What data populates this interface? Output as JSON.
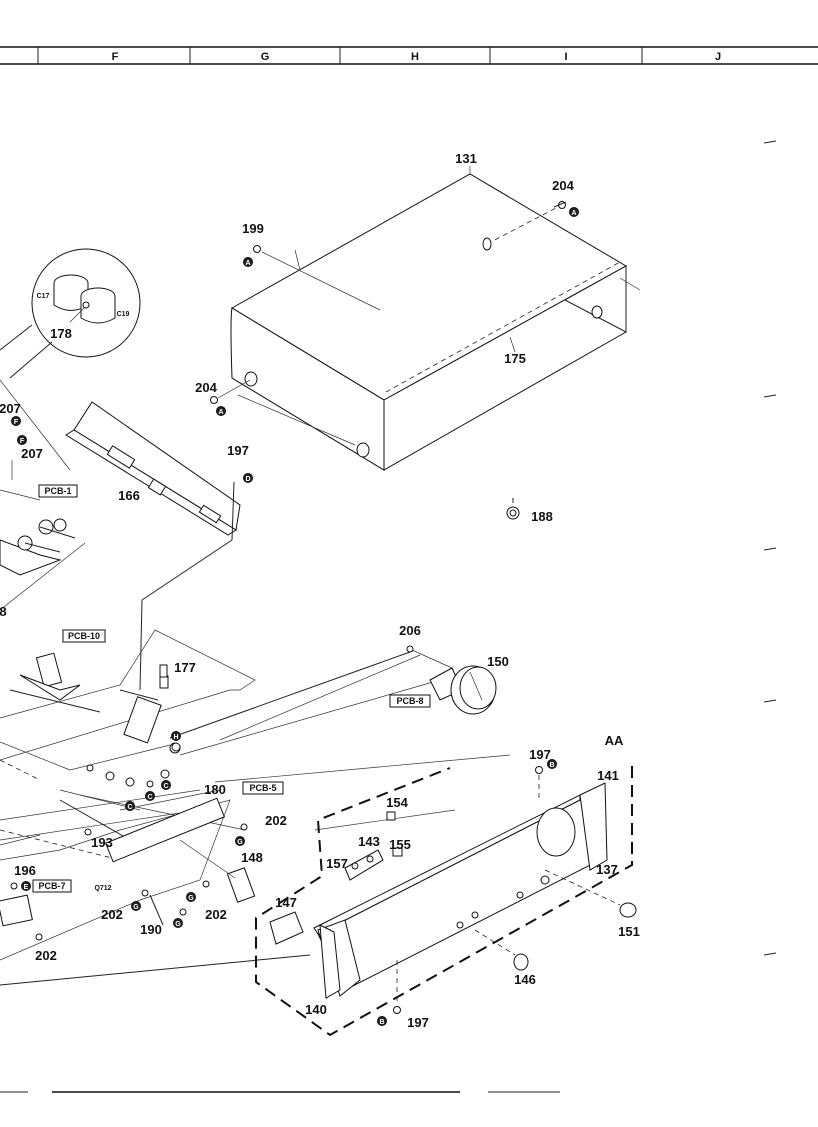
{
  "header": {
    "columns": [
      "F",
      "G",
      "H",
      "I",
      "J"
    ]
  },
  "labels": {
    "p131": "131",
    "p204a": "204",
    "p199": "199",
    "p175": "175",
    "p204b": "204",
    "p178": "178",
    "c17": "C17",
    "c19": "C19",
    "p207a": "207",
    "p207b": "207",
    "p197a": "197",
    "p166": "166",
    "p188": "188",
    "p8": "8",
    "p206": "206",
    "p150": "150",
    "p177": "177",
    "aa": "AA",
    "p197b": "197",
    "p141": "141",
    "p180": "180",
    "p154": "154",
    "p202a": "202",
    "p143": "143",
    "p155": "155",
    "p157": "157",
    "p193": "193",
    "p148": "148",
    "p196": "196",
    "p137": "137",
    "p147": "147",
    "q712": "Q712",
    "p202b": "202",
    "p190": "190",
    "p202c": "202",
    "p151": "151",
    "p202d": "202",
    "p146": "146",
    "p140": "140",
    "p197c": "197"
  },
  "boxed": {
    "pcb1": "PCB-1",
    "pcb10": "PCB-10",
    "pcb8": "PCB-8",
    "pcb5": "PCB-5",
    "pcb7": "PCB-7"
  },
  "circled": {
    "a": "A",
    "f": "F",
    "d": "D",
    "b": "B",
    "c": "C",
    "g": "G",
    "e": "E",
    "h": "H"
  }
}
